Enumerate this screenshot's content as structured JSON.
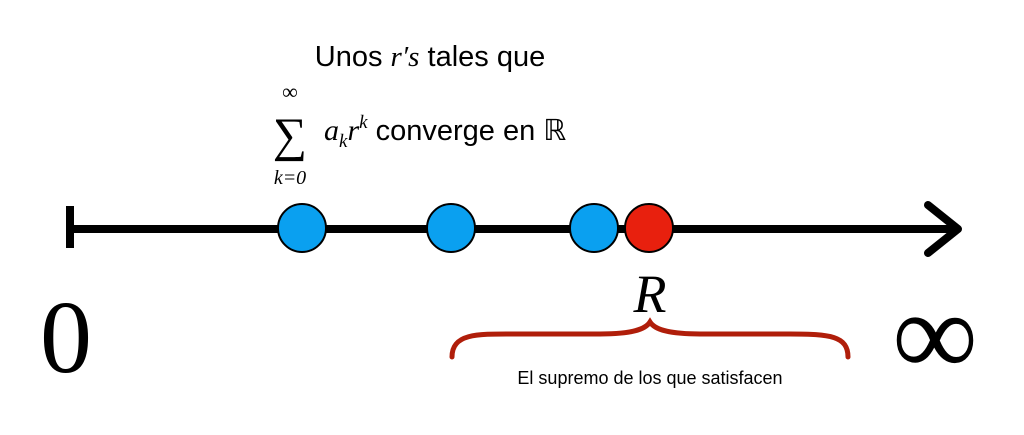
{
  "colors": {
    "axis": "#000000",
    "point_blue": "#0aa0f0",
    "point_red": "#e8200e",
    "brace": "#b01e0a"
  },
  "title": {
    "line1_prefix": "Unos ",
    "line1_var": "r′s",
    "line1_suffix": " tales que",
    "sum_symbol": "∑",
    "sum_upper": "∞",
    "sum_lower": "k=0",
    "term_a": "a",
    "term_a_sub": "k",
    "term_r": "r",
    "term_r_sup": "k",
    "line2_suffix": " converge en ℝ"
  },
  "axis": {
    "start_label": "0",
    "end_label": "∞"
  },
  "points": [
    {
      "kind": "sample",
      "color": "blue"
    },
    {
      "kind": "sample",
      "color": "blue"
    },
    {
      "kind": "sample",
      "color": "blue"
    },
    {
      "kind": "supremum",
      "color": "red"
    }
  ],
  "supremum": {
    "label": "R",
    "caption": "El supremo de los que satisfacen"
  }
}
